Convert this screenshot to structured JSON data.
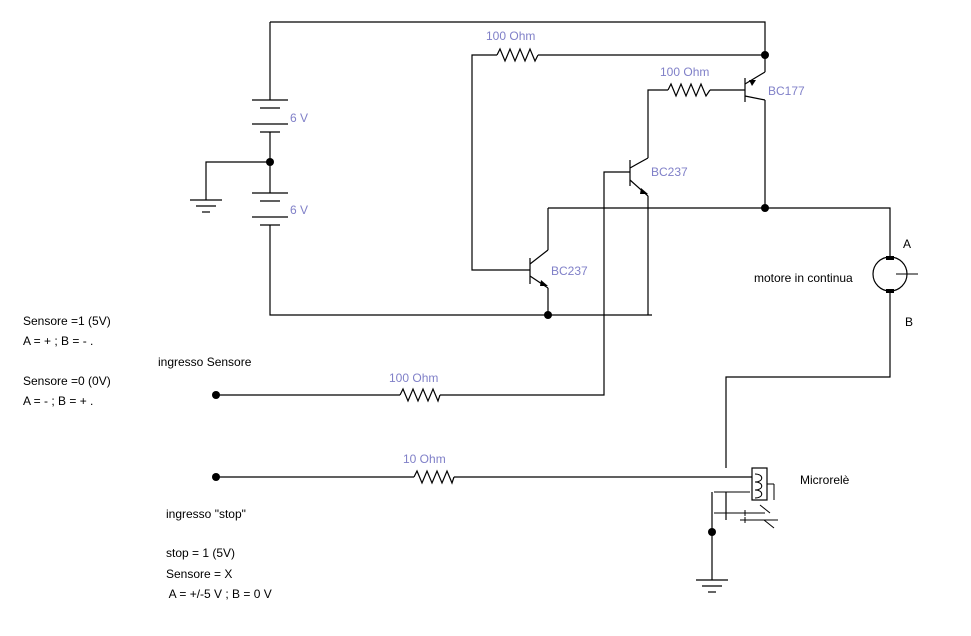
{
  "components": {
    "r_top": "100  Ohm",
    "r_base_bc177": "100  Ohm",
    "r_input": "100  Ohm",
    "r_stop": "10  Ohm",
    "q_bc177": "BC177",
    "q_bc237_upper": "BC237",
    "q_bc237_lower": "BC237",
    "battery_top": "6 V",
    "battery_bottom": "6 V",
    "motor_label": "motore in continua",
    "motor_a": "A",
    "motor_b": "B",
    "relay_label": "Microrelè"
  },
  "notes": {
    "sensor1_line1": "Sensore =1 (5V)",
    "sensor1_line2": "A = + ; B = - .",
    "sensor0_line1": "Sensore =0 (0V)",
    "sensor0_line2": "A = - ; B = + .",
    "input_sensor": "ingresso Sensore",
    "input_stop": "ingresso \"stop\"",
    "stop_line1": "stop = 1 (5V)",
    "stop_line2": "Sensore = X",
    "stop_line3": " A = +/-5 V ; B = 0 V"
  },
  "colors": {
    "component_label": "#8080c8",
    "wire": "#000000",
    "background": "#ffffff"
  }
}
